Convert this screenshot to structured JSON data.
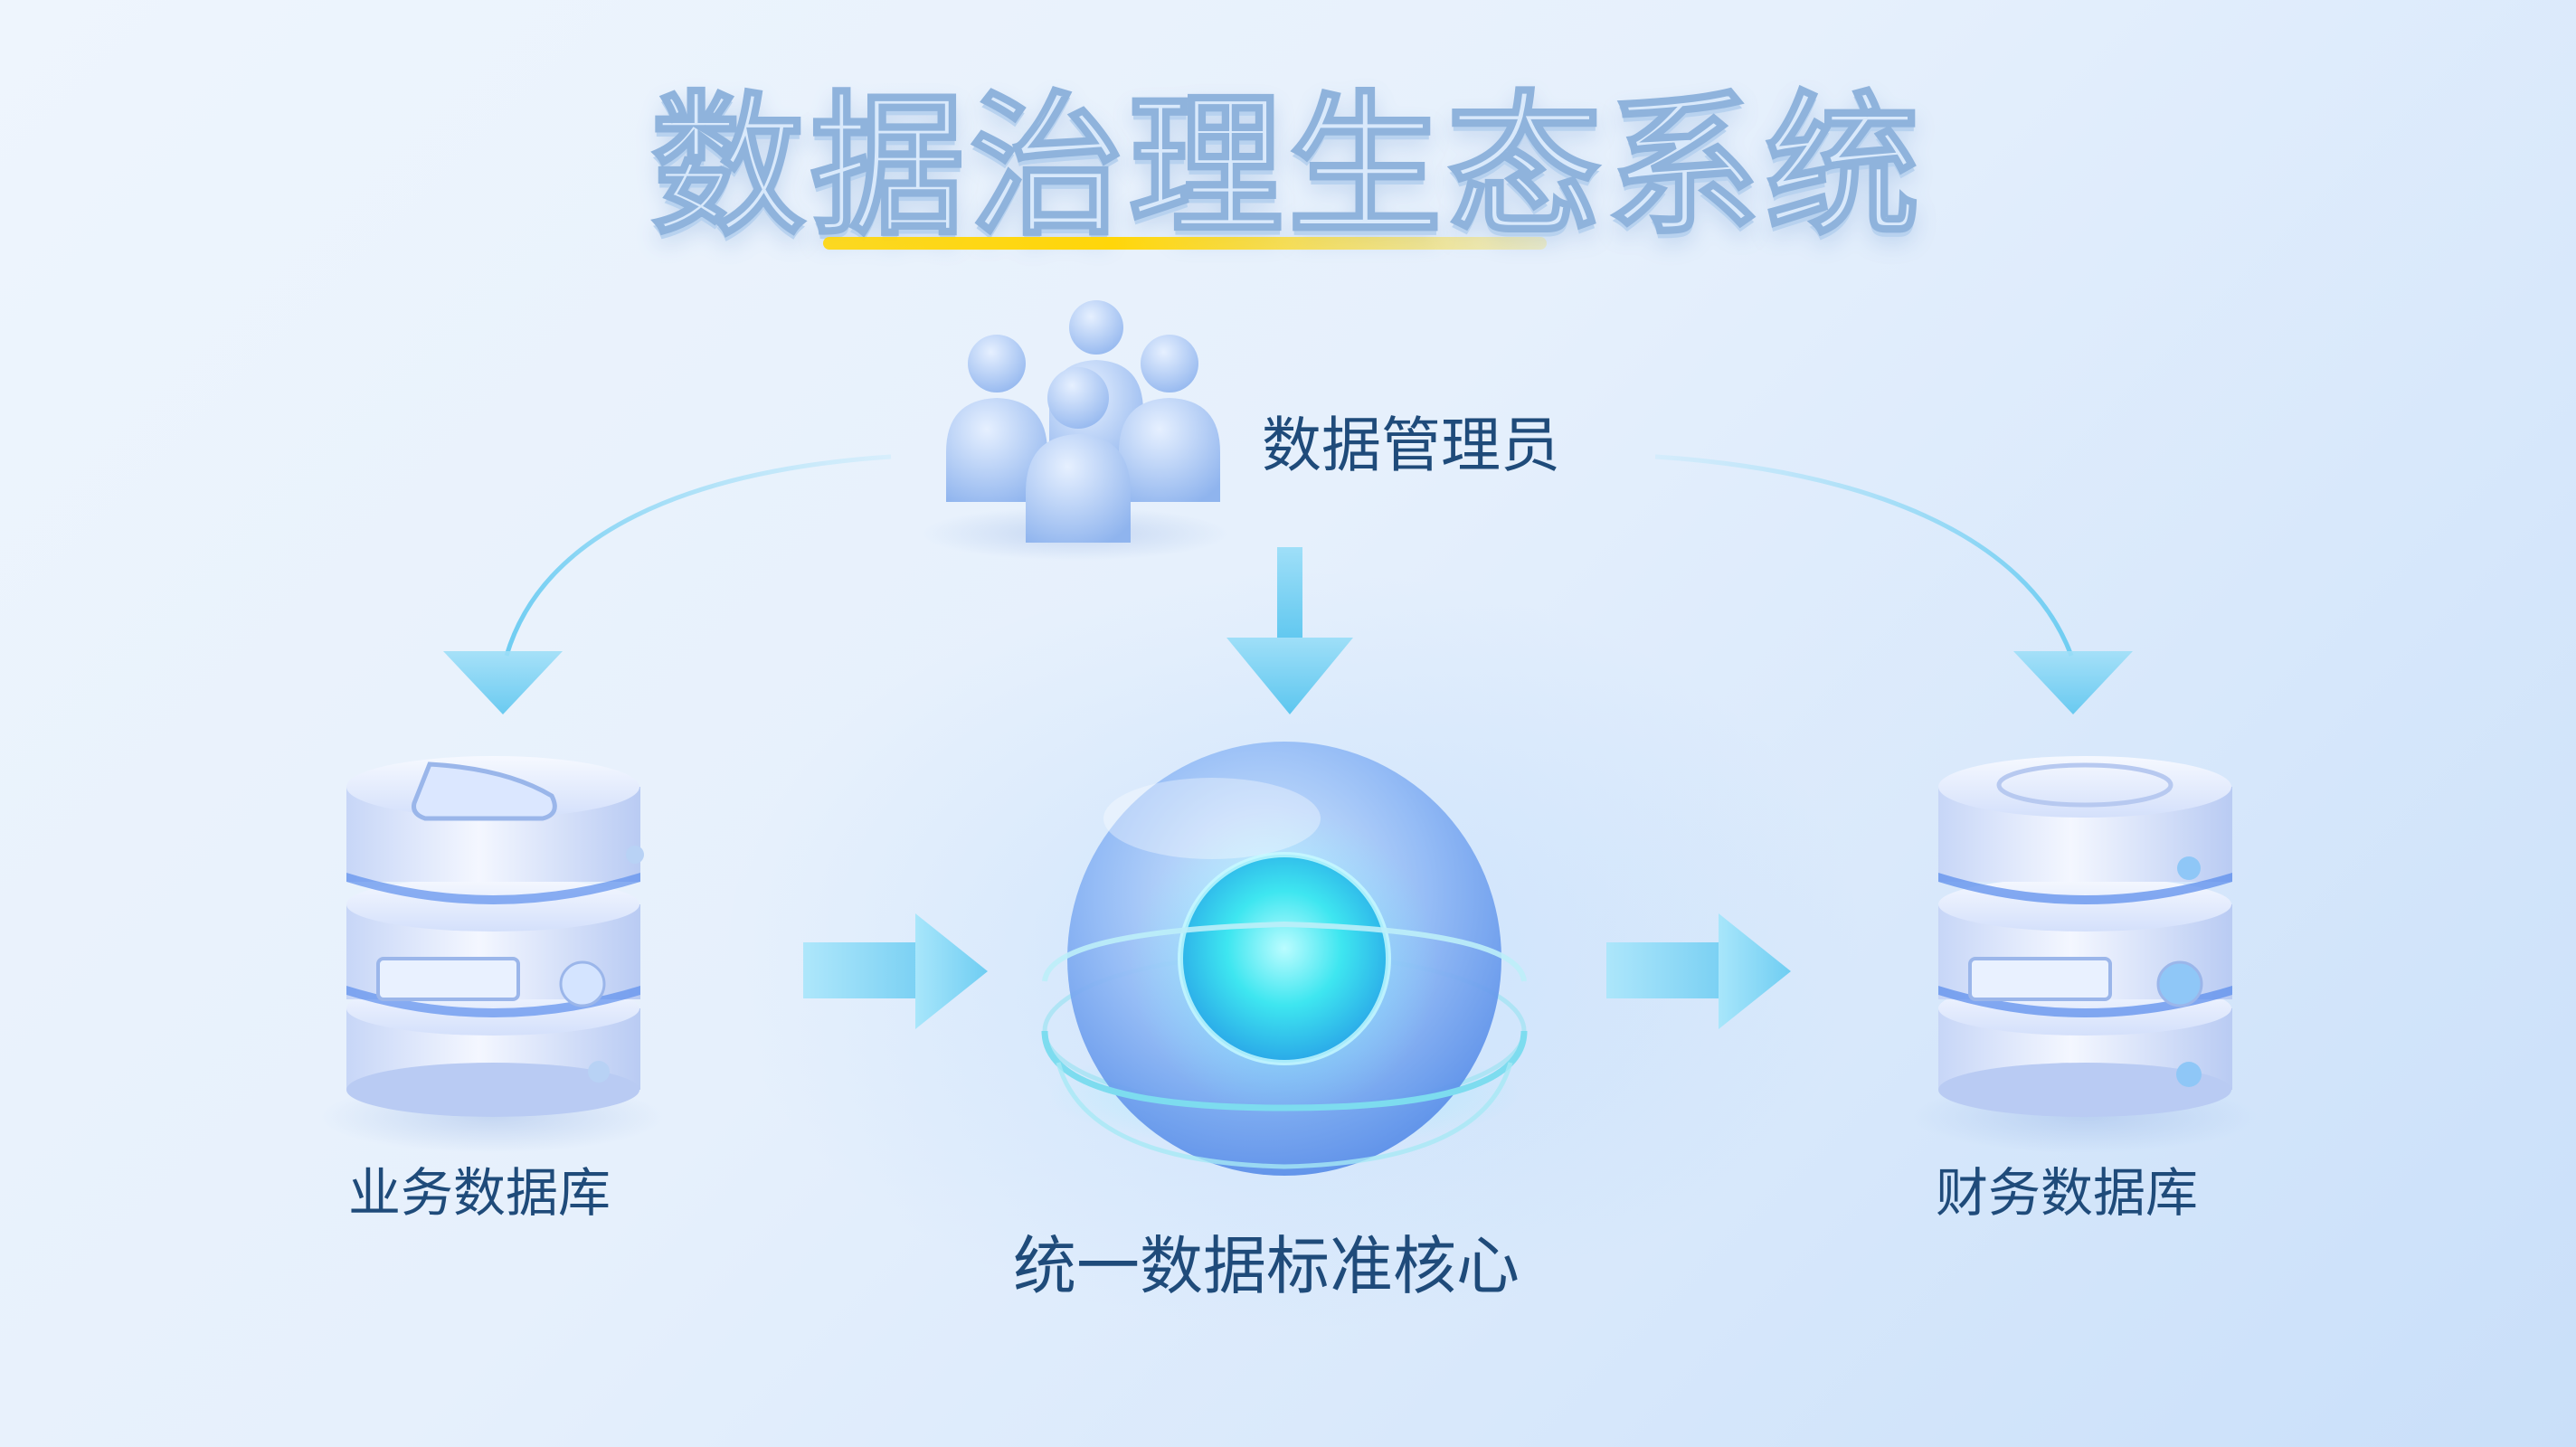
{
  "title": "数据治理生态系统",
  "nodes": {
    "admin": {
      "label": "数据管理员",
      "icon": "people-group-icon"
    },
    "business_db": {
      "label": "业务数据库",
      "icon": "database-icon"
    },
    "finance_db": {
      "label": "财务数据库",
      "icon": "database-icon"
    },
    "core": {
      "label": "统一数据标准核心",
      "icon": "glass-sphere-icon"
    }
  },
  "colors": {
    "background": "#e8f1fc",
    "text": "#1f4b7a",
    "title_fill": "#d9e9fb",
    "title_stroke": "#8fb3dc",
    "underline": "#ffd60a",
    "arrow": "#7fd3f5",
    "core_glow": "#3ee6f0"
  }
}
